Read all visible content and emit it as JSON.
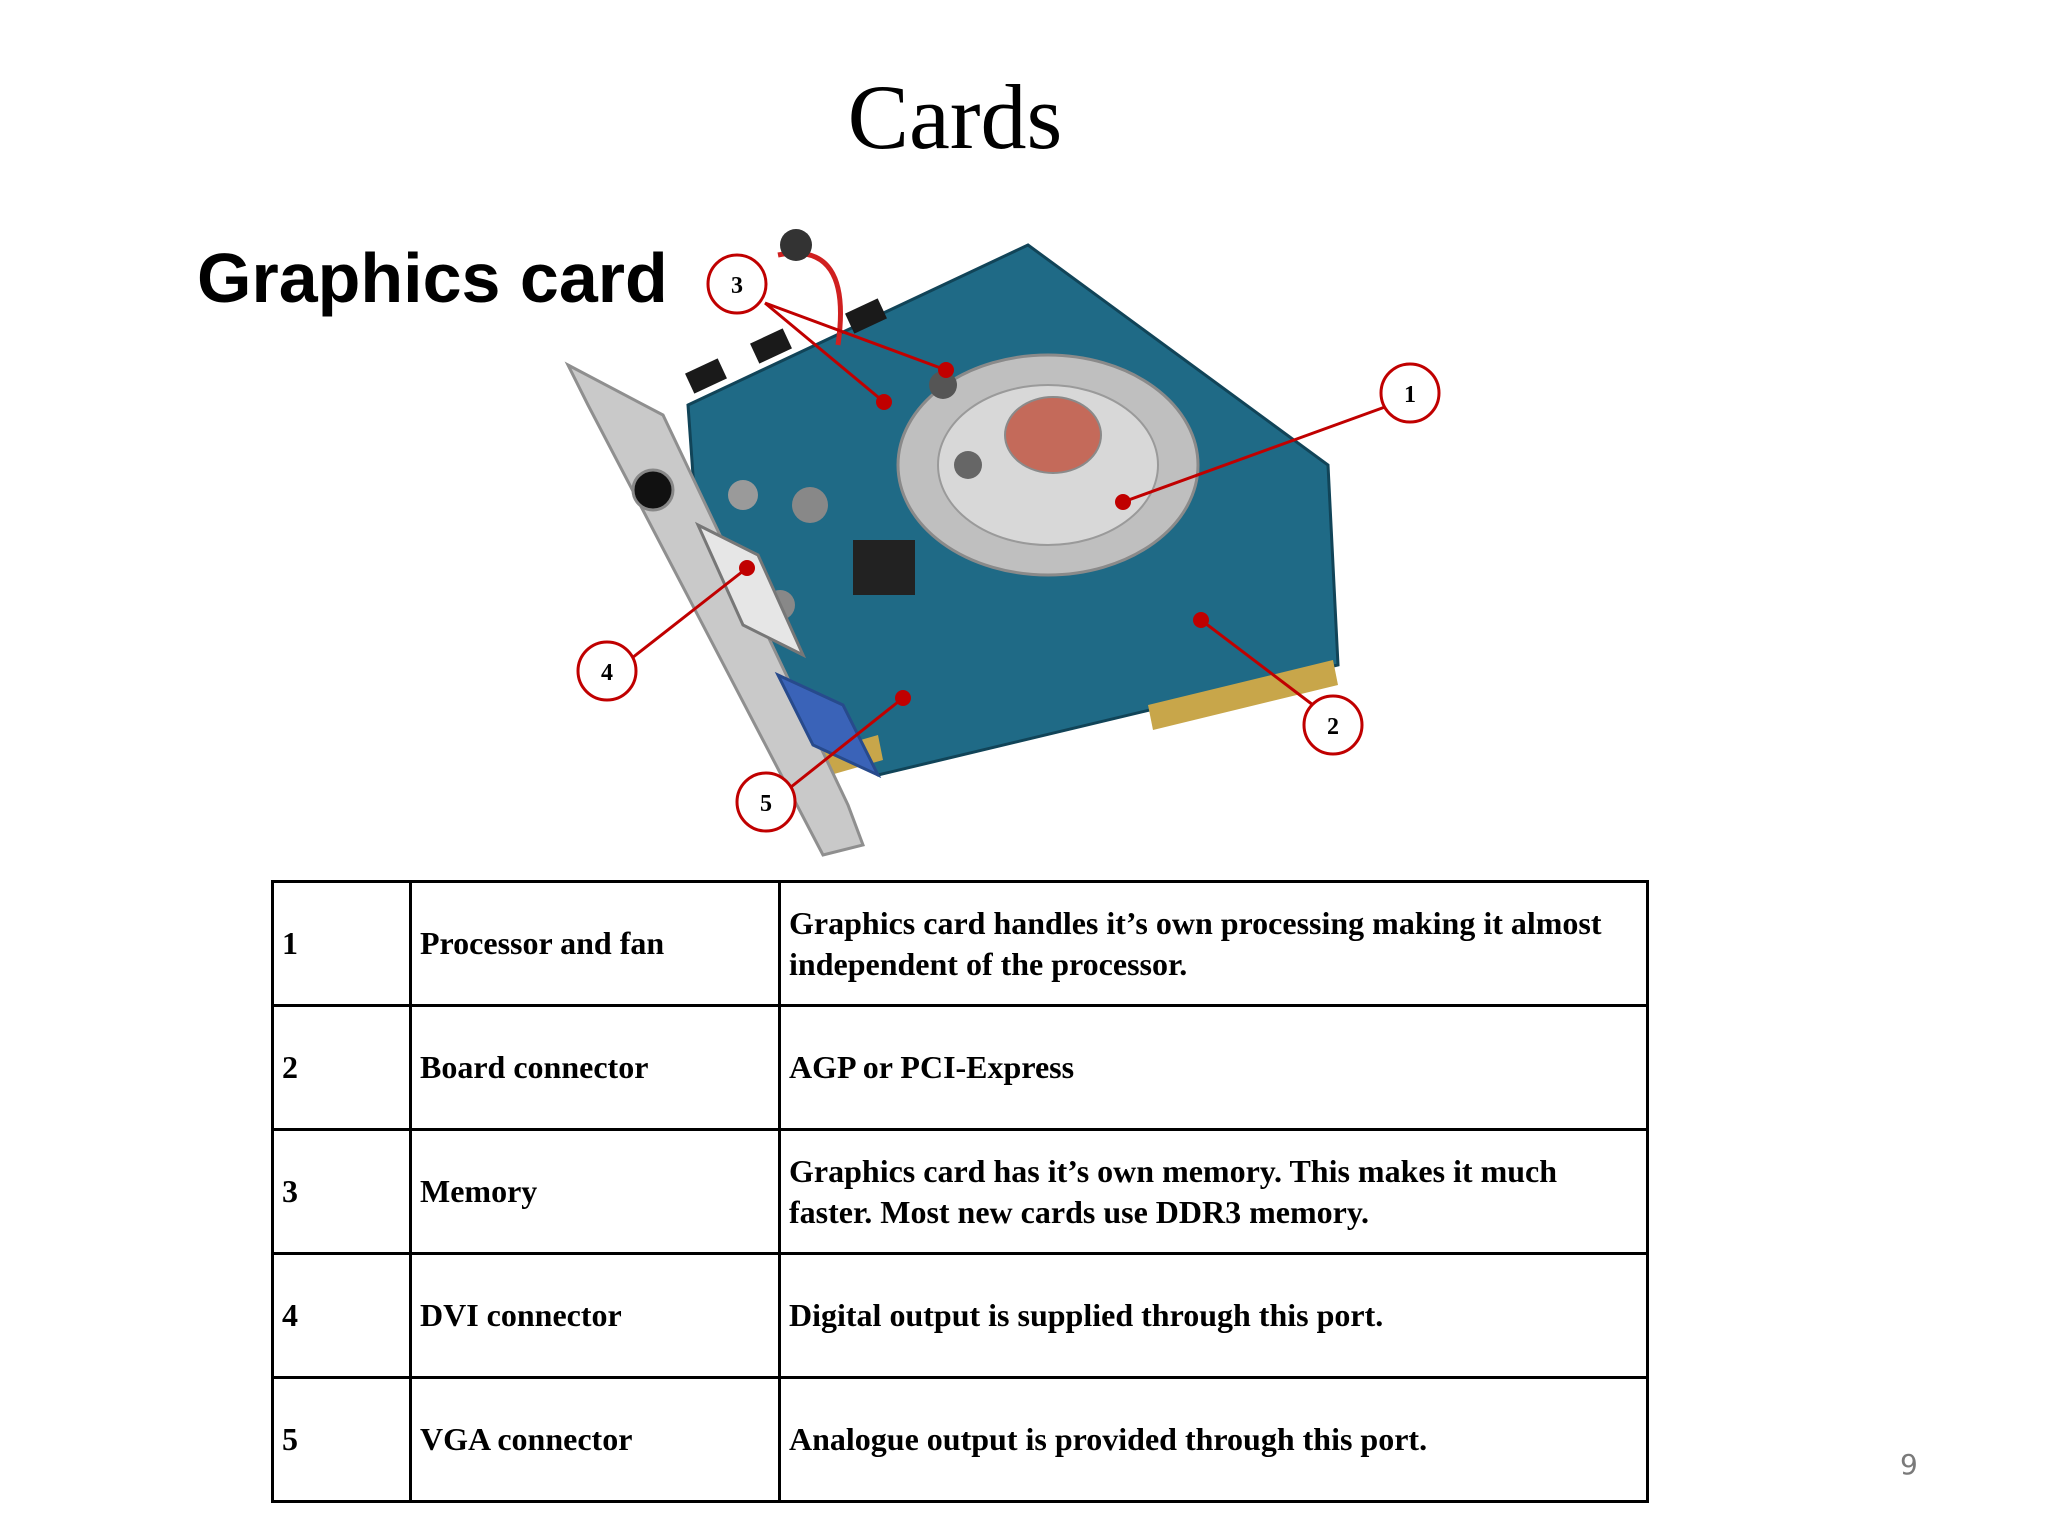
{
  "slide": {
    "title": "Cards",
    "subtitle": "Graphics card",
    "page_number": "9"
  },
  "callouts": [
    "1",
    "2",
    "3",
    "4",
    "5"
  ],
  "parts_table": {
    "rows": [
      {
        "number": "1",
        "component": "Processor and fan",
        "description": "Graphics card handles it’s own processing making it almost independent of the processor."
      },
      {
        "number": "2",
        "component": "Board connector",
        "description": "AGP or PCI-Express"
      },
      {
        "number": "3",
        "component": "Memory",
        "description": "Graphics card has it’s own memory.  This makes it much faster. Most new cards use DDR3 memory."
      },
      {
        "number": "4",
        "component": "DVI connector",
        "description": "Digital output is supplied through this port."
      },
      {
        "number": "5",
        "component": "VGA connector",
        "description": "Analogue output is provided through this port."
      }
    ]
  },
  "colors": {
    "callout_red": "#c00000",
    "pcb_blue": "#1f6a86",
    "gold_contacts": "#c8a64a",
    "bracket_silver": "#c9c9c9"
  }
}
